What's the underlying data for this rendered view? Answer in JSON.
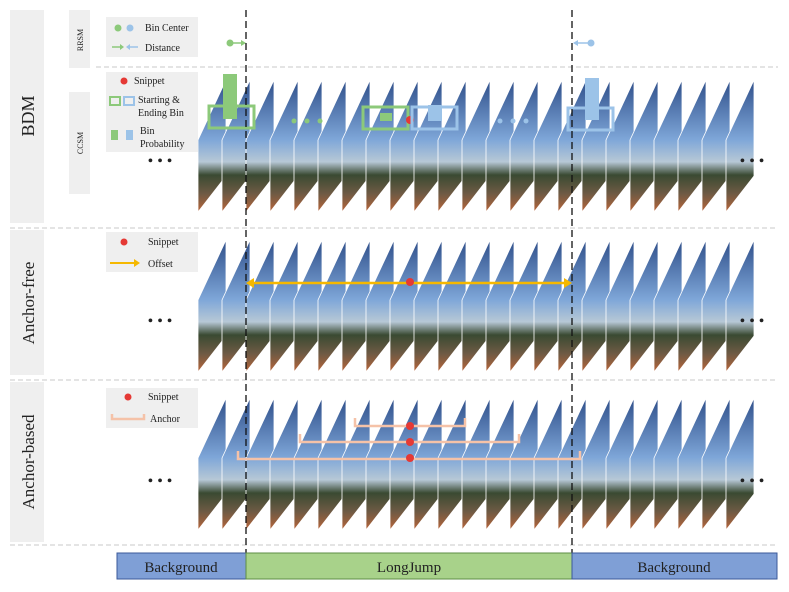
{
  "rows": [
    {
      "label": "BDM",
      "sublabels": [
        "RRSM",
        "CCSM"
      ],
      "legend_rrsm": [
        {
          "icon": "bin-center-dots",
          "text": "Bin Center"
        },
        {
          "icon": "distance-arrows",
          "text": "Distance"
        }
      ],
      "legend_ccsm": [
        {
          "icon": "snippet-dot",
          "text": "Snippet"
        },
        {
          "icon": "bin-boxes",
          "text": "Starting &"
        },
        {
          "icon": "",
          "text": "Ending Bin"
        },
        {
          "icon": "probability-bars",
          "text": "Bin"
        },
        {
          "icon": "",
          "text": "Probability"
        }
      ]
    },
    {
      "label": "Anchor-free",
      "legend": [
        {
          "icon": "snippet-dot",
          "text": "Snippet"
        },
        {
          "icon": "offset-arrow",
          "text": "Offset"
        }
      ]
    },
    {
      "label": "Anchor-based",
      "legend": [
        {
          "icon": "snippet-dot",
          "text": "Snippet"
        },
        {
          "icon": "anchor-bracket",
          "text": "Anchor"
        }
      ]
    }
  ],
  "ellipsis": "• • •",
  "timeline": [
    {
      "label": "Background",
      "kind": "background"
    },
    {
      "label": "LongJump",
      "kind": "action"
    },
    {
      "label": "Background",
      "kind": "background"
    }
  ],
  "colors": {
    "green": "#8cc97a",
    "blue": "#9cc3e8",
    "snippet": "#e53935",
    "offset": "#f5b800",
    "anchor": "#f5c2a8",
    "bg_bar": "#7f9fd6",
    "action_bar": "#a8d28a",
    "sky": "#5b86c6",
    "ground": "#b9653a"
  }
}
